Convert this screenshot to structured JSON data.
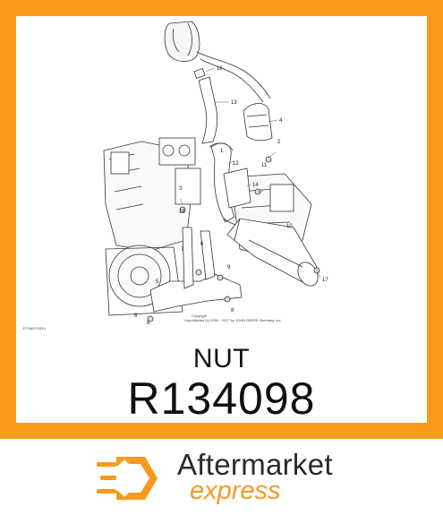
{
  "part": {
    "name": "NUT",
    "number": "R134098"
  },
  "diagram": {
    "figure_id": "ETN65713DI1",
    "callouts": [
      "16",
      "13",
      "4",
      "2",
      "12",
      "14",
      "11",
      "3",
      "1",
      "15",
      "10",
      "7",
      "6",
      "9",
      "17",
      "5",
      "8",
      "6",
      "8"
    ],
    "copyright_line1": "Copyright",
    "copyright_line2": "Unpublished (c) 2004 - 2017 by JOHN DEERE Germany, Inc."
  },
  "brand": {
    "name_line1": "Aftermarket",
    "name_line2": "express",
    "accent": "#f79a1e",
    "text_color": "#2a2a2a"
  },
  "icons": [
    "aftermarket-express-logo-icon"
  ]
}
